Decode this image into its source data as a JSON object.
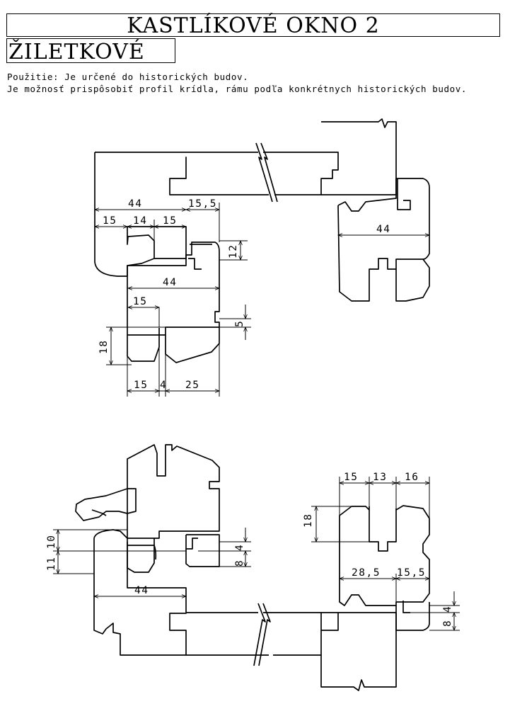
{
  "header": {
    "title": "KASTLÍKOVÉ OKNO 2",
    "subtitle": "ŽILETKOVÉ"
  },
  "description": {
    "line1": "Použitie: Je určené do historických budov.",
    "line2": "Je možnosť prispôsobiť profil krídla, rámu podľa konkrétnych historických budov."
  },
  "top_section": {
    "dim_44_a": "44",
    "dim_15_5_a": "15,5",
    "dim_15_a": "15",
    "dim_14": "14",
    "dim_15_b": "15",
    "dim_12": "12",
    "dim_44_b": "44",
    "dim_15_c": "15",
    "dim_5": "5",
    "dim_18": "18",
    "dim_15_d": "15",
    "dim_4": "4",
    "dim_25": "25",
    "dim_44_c": "44"
  },
  "bottom_section": {
    "dim_10": "10",
    "dim_11": "11",
    "dim_8_a": "8",
    "dim_4_a": "4",
    "dim_44": "44",
    "dim_15": "15",
    "dim_13": "13",
    "dim_16": "16",
    "dim_18": "18",
    "dim_28_5": "28,5",
    "dim_15_5": "15,5",
    "dim_4_b": "4",
    "dim_8_b": "8"
  },
  "colors": {
    "line": "#000000",
    "background": "#ffffff"
  }
}
